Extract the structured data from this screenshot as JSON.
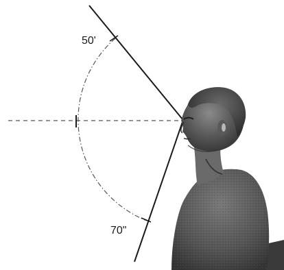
{
  "figure": {
    "upper_angle_label": "50'",
    "lower_angle_label": "70\"",
    "upper_angle_deg": 50,
    "lower_angle_deg": 70
  },
  "colors": {
    "line": "#1a1a1a",
    "guide": "#555555",
    "figure_skin": "#4a4a4a",
    "figure_shirt": "#555555",
    "background": "#ffffff"
  }
}
